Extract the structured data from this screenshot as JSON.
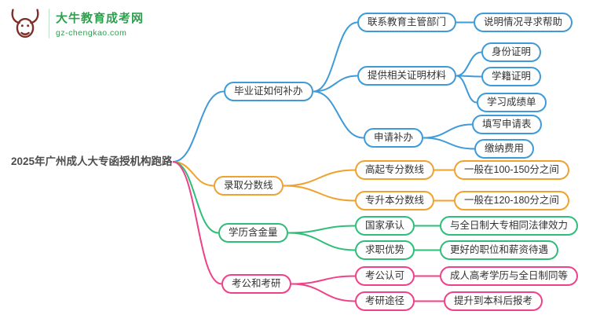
{
  "logo": {
    "title": "大牛教育成考网",
    "subtitle": "gz-chengkao.com",
    "brand_color": "#2f9e4f",
    "icon": "bull-icon",
    "icon_color": "#7e2f28"
  },
  "root": {
    "label": "2025年广州成人大专函授机构跑路"
  },
  "branches": [
    {
      "label": "毕业证如何补办",
      "color": "#3f9ad8",
      "children": [
        {
          "label": "联系教育主管部门",
          "leaves": [
            "说明情况寻求帮助"
          ]
        },
        {
          "label": "提供相关证明材料",
          "leaves": [
            "身份证明",
            "学籍证明",
            "学习成绩单"
          ]
        },
        {
          "label": "申请补办",
          "leaves": [
            "填写申请表",
            "缴纳费用"
          ]
        }
      ]
    },
    {
      "label": "录取分数线",
      "color": "#f0a22e",
      "children": [
        {
          "label": "高起专分数线",
          "leaves": [
            "一般在100-150分之间"
          ]
        },
        {
          "label": "专升本分数线",
          "leaves": [
            "一般在120-180分之间"
          ]
        }
      ]
    },
    {
      "label": "学历含金量",
      "color": "#2fbe79",
      "children": [
        {
          "label": "国家承认",
          "leaves": [
            "与全日制大专相同法律效力"
          ]
        },
        {
          "label": "求职优势",
          "leaves": [
            "更好的职位和薪资待遇"
          ]
        }
      ]
    },
    {
      "label": "考公和考研",
      "color": "#ee4189",
      "children": [
        {
          "label": "考公认可",
          "leaves": [
            "成人高考学历与全日制同等"
          ]
        },
        {
          "label": "考研途径",
          "leaves": [
            "提升到本科后报考"
          ]
        }
      ]
    }
  ]
}
